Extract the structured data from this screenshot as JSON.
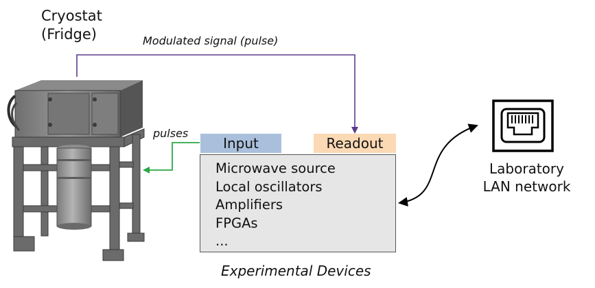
{
  "cryostat": {
    "title_line1": "Cryostat",
    "title_line2": "(Fridge)"
  },
  "signal_label": "Modulated signal (pulse)",
  "pulses_label": "pulses",
  "devices": {
    "input_tab": "Input",
    "readout_tab": "Readout",
    "items": [
      "Microwave source",
      "Local oscillators",
      "Amplifiers",
      "FPGAs",
      "..."
    ],
    "caption": "Experimental Devices"
  },
  "lan": {
    "label_line1": "Laboratory",
    "label_line2": "LAN network"
  },
  "colors": {
    "signal_line": "#5b3a8c",
    "pulse_line": "#2aa845",
    "input_tab": "#a9bfdc",
    "readout_tab": "#fbd9b4",
    "devices_box": "#e6e6e6",
    "network_arrow": "#000000"
  },
  "icons": {
    "cryostat": "cryostat-fridge-illustration",
    "lan": "ethernet-port-icon"
  }
}
